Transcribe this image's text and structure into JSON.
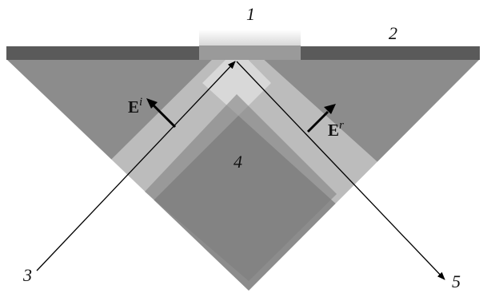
{
  "labels": {
    "film": "1",
    "metal_layer": "2",
    "incident_port": "3",
    "prism": "4",
    "output_port": "5"
  },
  "vectors": {
    "incident": {
      "symbol": "E",
      "superscript": "i"
    },
    "reflected": {
      "symbol": "E",
      "superscript": "r"
    }
  },
  "colors": {
    "prism": "#8c8c8c",
    "prism_center": "#7a7a7a",
    "beam": "#e4e4e4",
    "top_layer": "#5a5a5a",
    "film": "#ededed",
    "line": "#000000"
  }
}
